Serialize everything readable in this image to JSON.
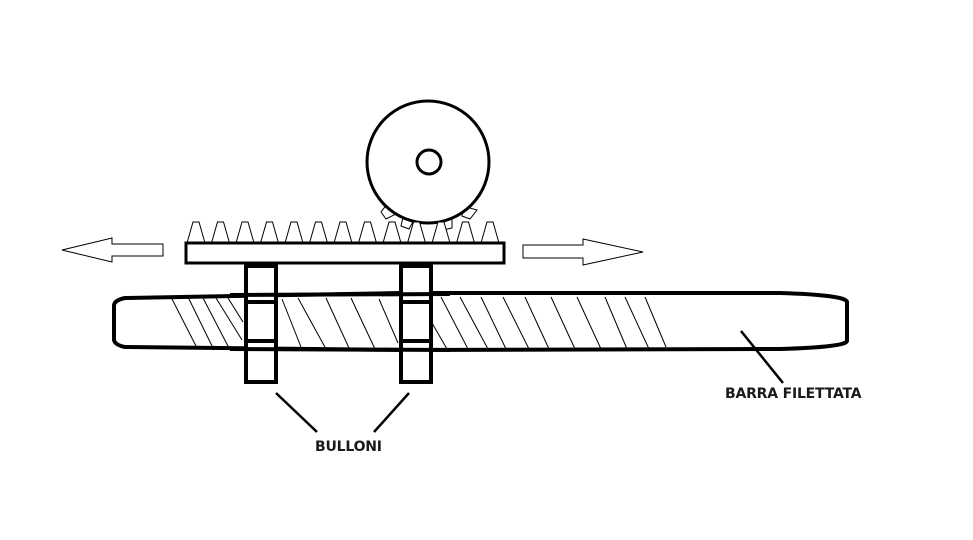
{
  "labels": {
    "bolts": "BULLONI",
    "threaded_bar": "BARRA FILETTATA"
  },
  "colors": {
    "stroke": "#000000",
    "background": "#ffffff",
    "text": "#1a1a1a"
  },
  "parts": {
    "rack_teeth_count": 13,
    "gear_visible_teeth": 4,
    "bolt_count": 2,
    "arrows": [
      "left",
      "right"
    ]
  }
}
